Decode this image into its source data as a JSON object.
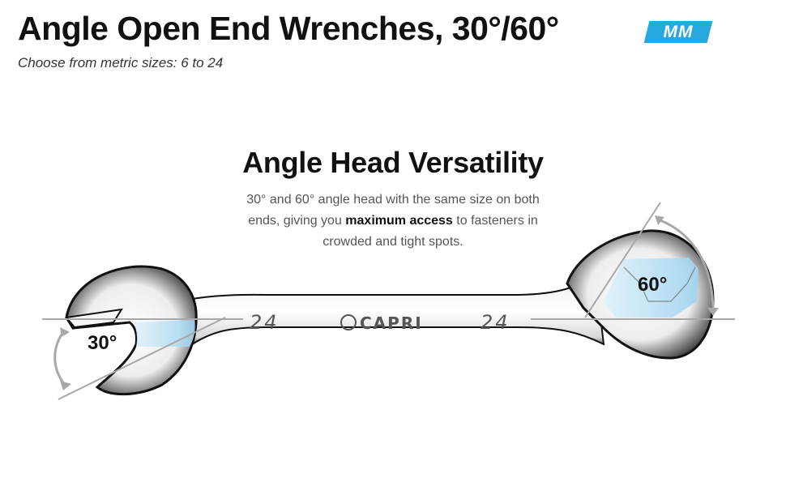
{
  "header": {
    "title": "Angle Open End Wrenches, 30°/60°",
    "badge": "MM",
    "subtitle": "Choose from metric sizes: 6 to 24"
  },
  "feature": {
    "heading": "Angle Head Versatility",
    "desc_part1": "30° and 60° angle head with the same size on both ends, giving you ",
    "desc_bold": "maximum access",
    "desc_part2": " to fasteners in crowded and tight spots."
  },
  "wrench": {
    "left_angle": "30°",
    "right_angle": "60°",
    "size_left": "24",
    "size_right": "24",
    "brand": "CAPRI"
  },
  "colors": {
    "accent": "#27a8df",
    "highlight": "#bfe3f5"
  }
}
